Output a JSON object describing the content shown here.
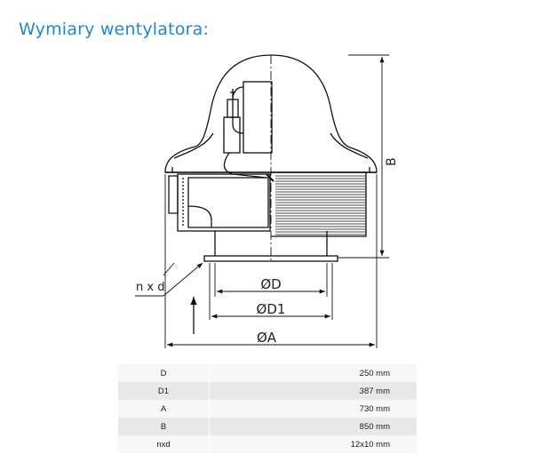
{
  "heading": "Wymiary wentylatora:",
  "diagram": {
    "labels": {
      "B": "B",
      "D": "ØD",
      "D1": "ØD1",
      "A": "ØA",
      "nxd": "n x d"
    }
  },
  "specs": {
    "rows": [
      {
        "key": "D",
        "value": "250 mm"
      },
      {
        "key": "D1",
        "value": "387 mm"
      },
      {
        "key": "A",
        "value": "730 mm"
      },
      {
        "key": "B",
        "value": "850 mm"
      },
      {
        "key": "nxd",
        "value": "12x10 mm"
      }
    ]
  },
  "colors": {
    "heading": "#1e88d2",
    "row_light": "#f7f7f7",
    "row_dark": "#e8e8e8",
    "line": "#111111"
  }
}
